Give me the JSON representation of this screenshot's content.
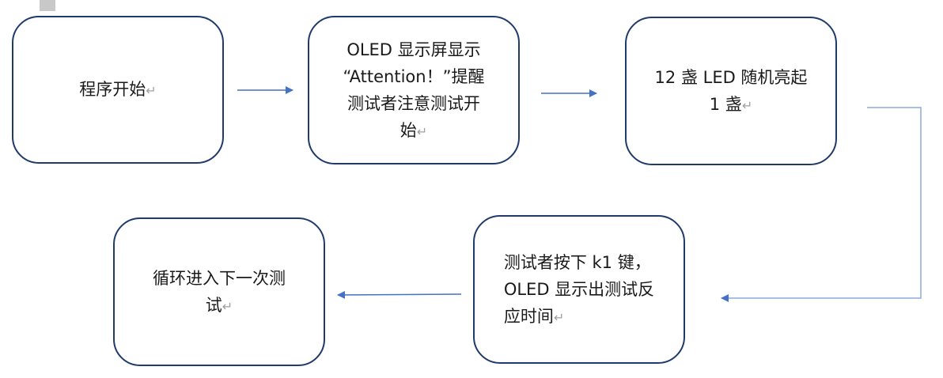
{
  "diagram": {
    "return_mark": "↵",
    "steps": [
      {
        "lines": [
          "程序开始"
        ]
      },
      {
        "lines": [
          "OLED 显示屏显示",
          "“Attention！”提醒",
          "测试者注意测试开",
          "始"
        ]
      },
      {
        "lines": [
          "12 盏 LED 随机亮起",
          "1 盏"
        ]
      },
      {
        "lines": [
          "测试者按下 k1 键，",
          "OLED 显示出测试反",
          "应时间"
        ]
      },
      {
        "lines": [
          "循环进入下一次测",
          "试"
        ]
      }
    ],
    "colors": {
      "box_border": "#1f3a6b",
      "arrow": "#4472c4",
      "connector": "#8eaadb"
    }
  }
}
